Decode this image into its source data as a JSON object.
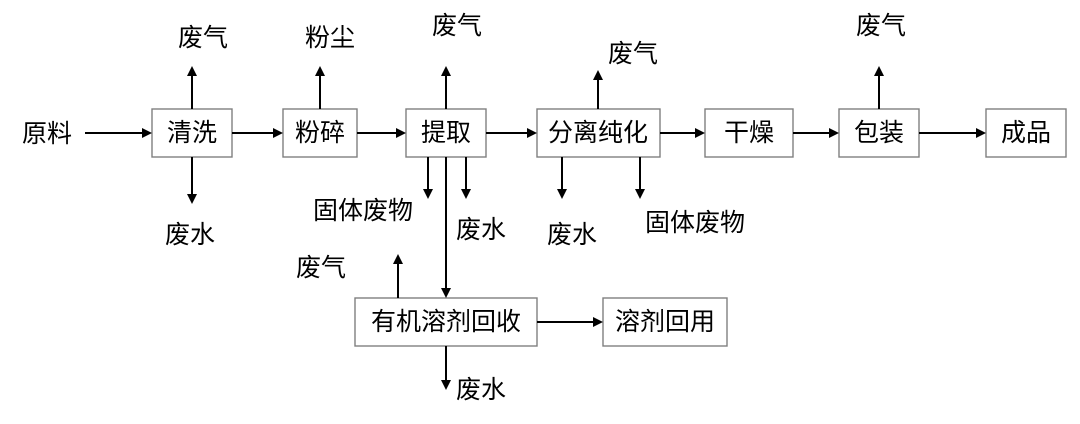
{
  "diagram": {
    "input_label": "原料",
    "nodes": {
      "cleaning": "清洗",
      "crushing": "粉碎",
      "extraction": "提取",
      "separation": "分离纯化",
      "drying": "干燥",
      "packaging": "包装",
      "product": "成品",
      "solvent_recovery": "有机溶剂回收",
      "solvent_reuse": "溶剂回用"
    },
    "outputs": {
      "cleaning_gas": "废气",
      "cleaning_water": "废水",
      "crushing_dust": "粉尘",
      "extraction_gas": "废气",
      "extraction_solid": "固体废物",
      "extraction_water": "废水",
      "separation_gas": "废气",
      "separation_water": "废水",
      "separation_solid": "固体废物",
      "packaging_gas": "废气",
      "recovery_gas": "废气",
      "recovery_water": "废水"
    }
  }
}
